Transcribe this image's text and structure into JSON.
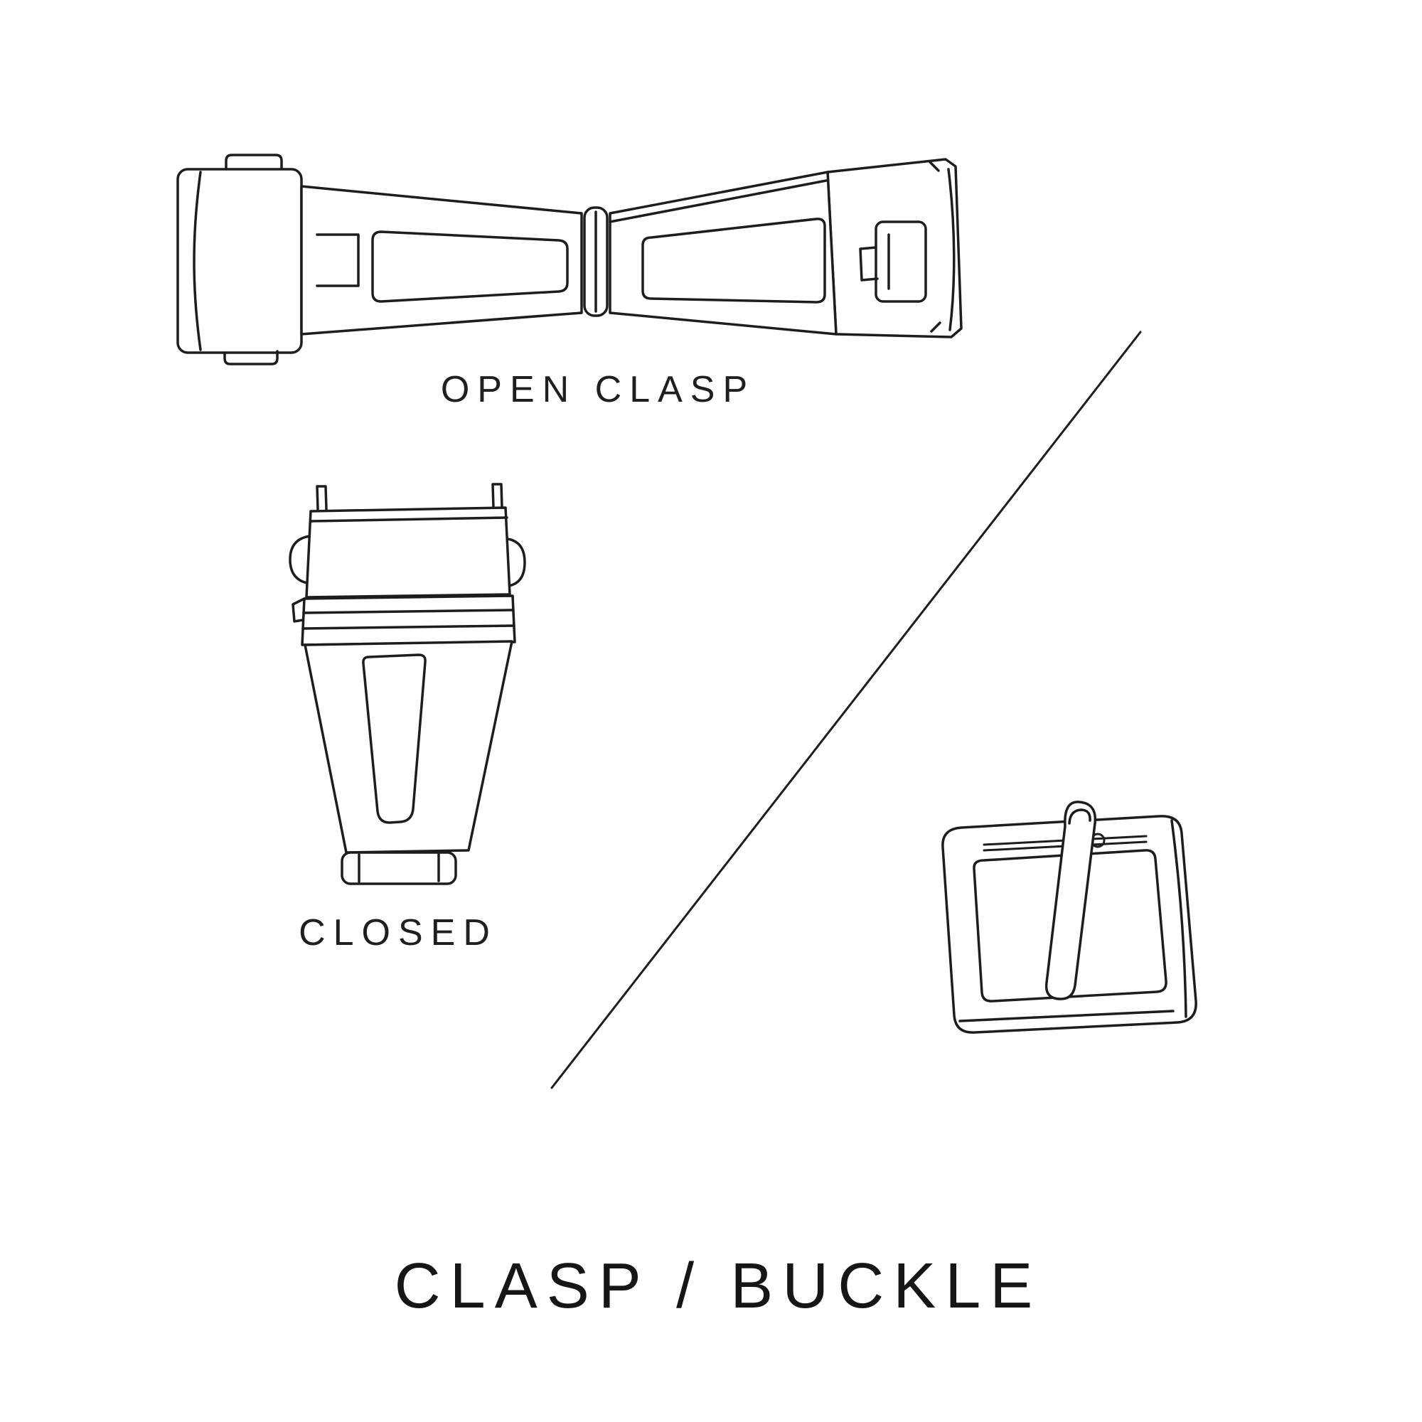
{
  "page": {
    "background": "#ffffff",
    "line_color": "#1d1d1b",
    "text_color": "#1f1f1f"
  },
  "figures": {
    "open_clasp": {
      "icon": "open-clasp-illustration",
      "caption": "OPEN CLASP"
    },
    "closed_clasp": {
      "icon": "closed-clasp-illustration",
      "caption": "CLOSED"
    },
    "buckle": {
      "icon": "tang-buckle-illustration",
      "caption": ""
    }
  },
  "divider": {
    "icon": "diagonal-divider-line"
  },
  "title": {
    "text": "CLASP / BUCKLE"
  }
}
